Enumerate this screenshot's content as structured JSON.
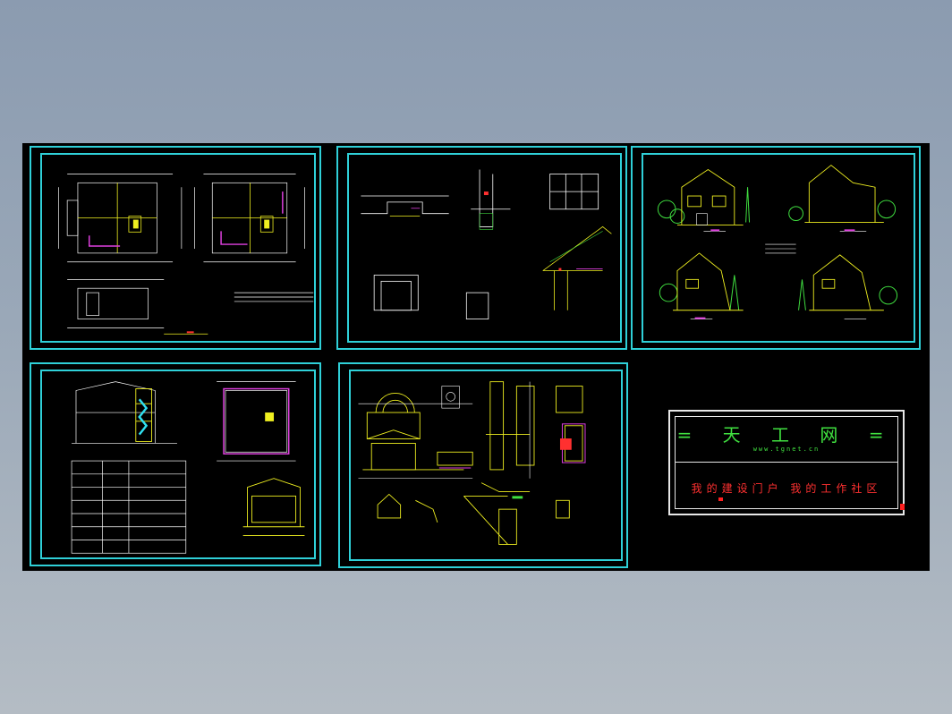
{
  "brand": {
    "title": "= 天 工 网 =",
    "url": "www.tgnet.cn",
    "slogan": "我的建设门户 我的工作社区"
  },
  "colors": {
    "background": "#8b9bb0",
    "canvas": "#000000",
    "frame": "#2fd0d8",
    "line_yellow": "#f0f020",
    "line_white": "#ffffff",
    "line_magenta": "#e040e0",
    "line_green": "#40e040",
    "line_red": "#ff3030",
    "line_cyan": "#30e0f0"
  },
  "sheets": [
    {
      "id": "floor-plans"
    },
    {
      "id": "construction-details"
    },
    {
      "id": "elevations"
    },
    {
      "id": "sections-and-table"
    },
    {
      "id": "stair-and-railing-details"
    }
  ]
}
